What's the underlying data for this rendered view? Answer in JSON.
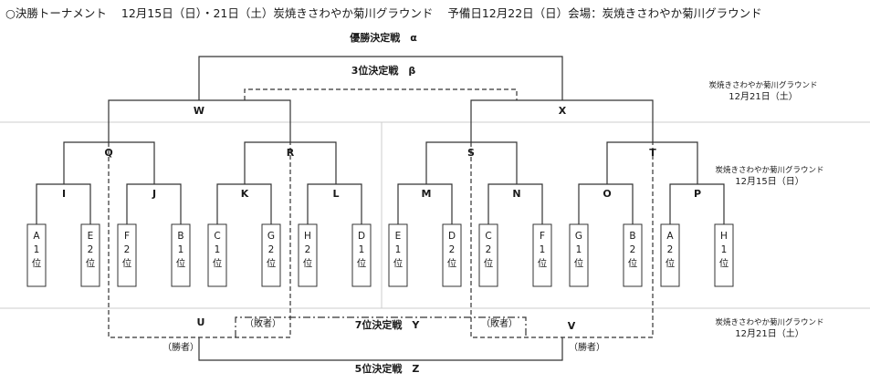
{
  "header": {
    "title": "○決勝トーナメント",
    "dates": "12月15日（日）・21日（土）炭焼きさわやか菊川グラウンド",
    "reserve": "予備日12月22日（日）会場：炭焼きさわやか菊川グラウンド"
  },
  "matches": {
    "final": "優勝決定戦　α",
    "third": "3位決定戦　β",
    "seventh": "7位決定戦　Y",
    "fifth": "5位決定戦　Z"
  },
  "labels": {
    "W": "W",
    "X": "X",
    "Q": "Q",
    "R": "R",
    "S": "S",
    "T": "T",
    "I": "I",
    "J": "J",
    "K": "K",
    "L": "L",
    "M": "M",
    "N": "N",
    "O": "O",
    "P": "P",
    "U": "U",
    "V": "V"
  },
  "seeds": [
    {
      "g": "A",
      "r": "1",
      "u": "位"
    },
    {
      "g": "E",
      "r": "2",
      "u": "位"
    },
    {
      "g": "F",
      "r": "2",
      "u": "位"
    },
    {
      "g": "B",
      "r": "1",
      "u": "位"
    },
    {
      "g": "C",
      "r": "1",
      "u": "位"
    },
    {
      "g": "G",
      "r": "2",
      "u": "位"
    },
    {
      "g": "H",
      "r": "2",
      "u": "位"
    },
    {
      "g": "D",
      "r": "1",
      "u": "位"
    },
    {
      "g": "E",
      "r": "1",
      "u": "位"
    },
    {
      "g": "D",
      "r": "2",
      "u": "位"
    },
    {
      "g": "C",
      "r": "2",
      "u": "位"
    },
    {
      "g": "F",
      "r": "1",
      "u": "位"
    },
    {
      "g": "G",
      "r": "1",
      "u": "位"
    },
    {
      "g": "B",
      "r": "2",
      "u": "位"
    },
    {
      "g": "A",
      "r": "2",
      "u": "位"
    },
    {
      "g": "H",
      "r": "1",
      "u": "位"
    }
  ],
  "notes": {
    "top": {
      "venue": "炭焼きさわやか菊川グラウンド",
      "date": "12月21日（土）"
    },
    "mid": {
      "venue": "炭焼きさわやか菊川グラウンド",
      "date": "12月15日（日）"
    },
    "bottom": {
      "venue": "炭焼きさわやか菊川グラウンド",
      "date": "12月21日（土）"
    }
  },
  "parens": {
    "loser_left": "（敗者）",
    "loser_right": "（敗者）",
    "winner_left": "（勝者）",
    "winner_right": "（勝者）"
  },
  "colors": {
    "line": "#333333",
    "divider": "#cccccc",
    "box": "#333333"
  }
}
